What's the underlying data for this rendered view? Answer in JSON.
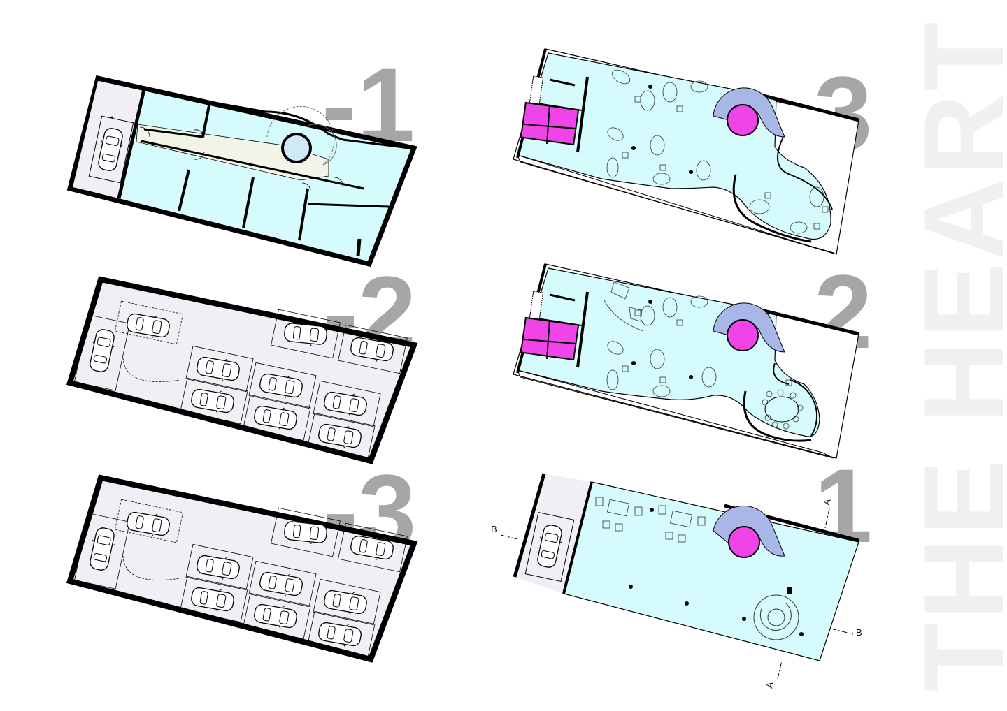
{
  "title": "THE HEART",
  "colors": {
    "room_fill": "#d6fbfd",
    "parking_fill": "#f2eef5",
    "corridor_fill": "#f1f4e6",
    "pink": "#ee44e8",
    "stair": "#a9b6e8",
    "wall": "#000000",
    "floor_number": "#a6a6a6"
  },
  "floors": [
    {
      "id": "basement-1",
      "label": "-1"
    },
    {
      "id": "basement-2",
      "label": "-2"
    },
    {
      "id": "basement-3",
      "label": "-3"
    },
    {
      "id": "floor-3",
      "label": "3"
    },
    {
      "id": "floor-2",
      "label": "2"
    },
    {
      "id": "floor-1",
      "label": "1"
    }
  ],
  "section_markers": {
    "a": "A",
    "b": "B"
  }
}
